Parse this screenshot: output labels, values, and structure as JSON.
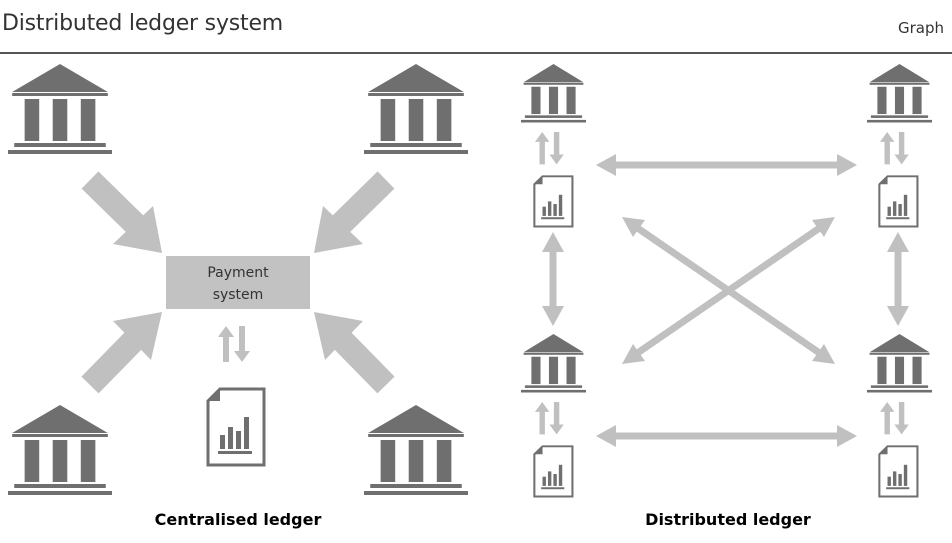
{
  "header": {
    "title": "Distributed ledger system",
    "tag": "Graph"
  },
  "central": {
    "hub_label_line1": "Payment",
    "hub_label_line2": "system",
    "caption": "Centralised ledger"
  },
  "distributed": {
    "caption": "Distributed ledger"
  },
  "colors": {
    "icon": "#6f6f6f",
    "arrow": "#c0c0c0",
    "hub": "#c2c2c2",
    "rule": "#555555"
  },
  "icons": [
    "bank-icon",
    "ledger-document-icon",
    "bidirectional-arrow-icon"
  ]
}
